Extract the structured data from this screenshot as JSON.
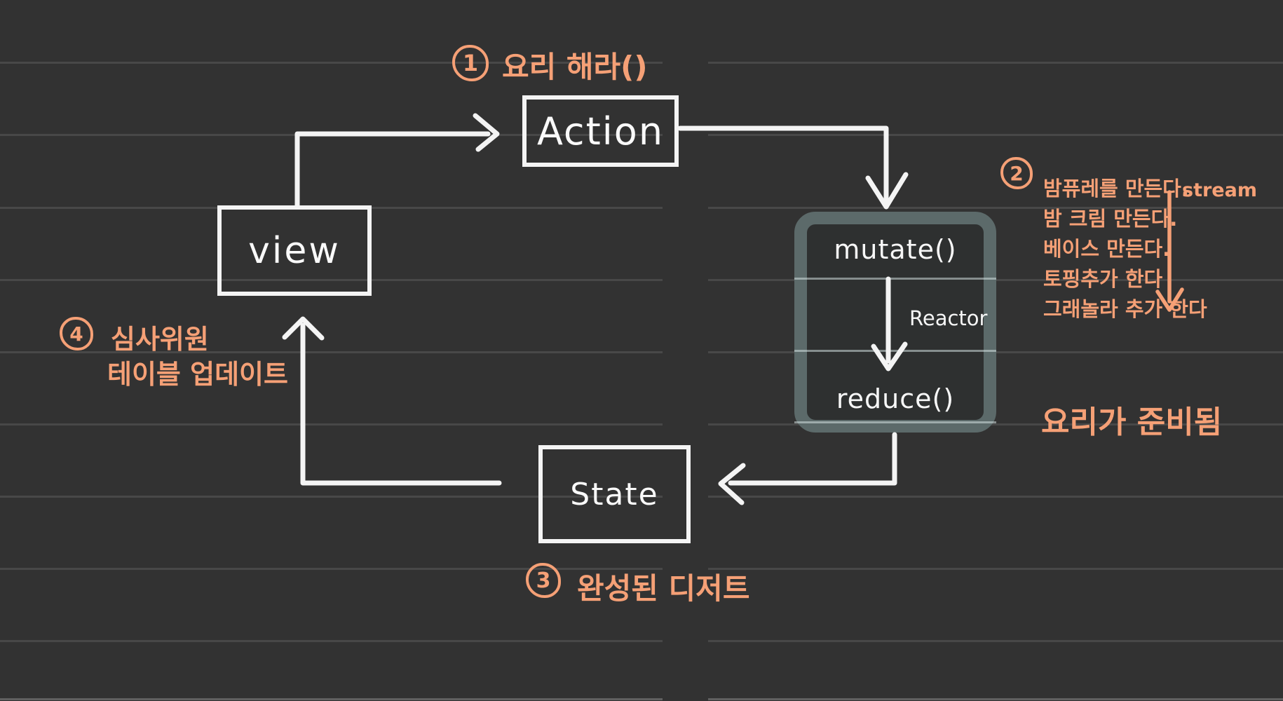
{
  "colors": {
    "background": "#323232",
    "gridline": "#484848",
    "accent_orange": "#F5A076",
    "stroke_white": "#F4F4F4",
    "reactor_border": "#5C6A6A"
  },
  "nodes": {
    "action": {
      "label": "Action"
    },
    "view": {
      "label": "view"
    },
    "state": {
      "label": "State"
    },
    "reactor": {
      "mutate_label": "mutate()",
      "reduce_label": "reduce()",
      "name_label": "Reactor"
    }
  },
  "annotations": {
    "step1": {
      "number": "1",
      "text": "요리 해라()"
    },
    "step2": {
      "number": "2",
      "items": [
        "밤퓨레를 만든다.",
        "밤 크림 만든다.",
        "베이스 만든다.",
        "토핑추가 한다",
        "그래놀라 추가 한다"
      ]
    },
    "stream": {
      "label": "stream"
    },
    "ready": {
      "text": "요리가 준비됨"
    },
    "step3": {
      "number": "3",
      "text": "완성된 디저트"
    },
    "step4": {
      "number": "4",
      "line1": "심사위원",
      "line2": "테이블 업데이트"
    }
  }
}
